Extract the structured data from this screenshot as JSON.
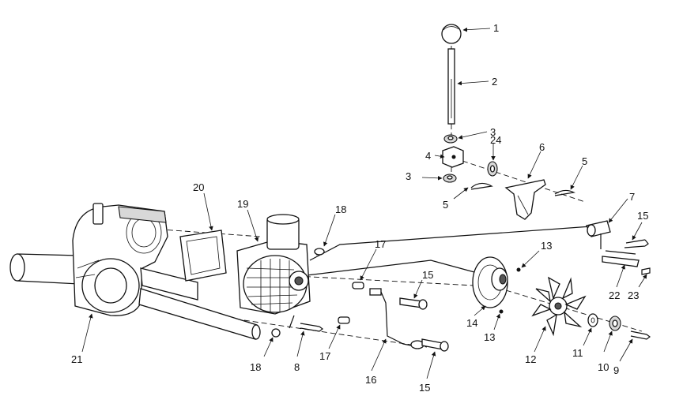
{
  "callouts": [
    {
      "id": "c1",
      "text": "1"
    },
    {
      "id": "c2",
      "text": "2"
    },
    {
      "id": "c3a",
      "text": "3"
    },
    {
      "id": "c3b",
      "text": "3"
    },
    {
      "id": "c4",
      "text": "4"
    },
    {
      "id": "c24",
      "text": "24"
    },
    {
      "id": "c6",
      "text": "6"
    },
    {
      "id": "c5a",
      "text": "5"
    },
    {
      "id": "c5b",
      "text": "5"
    },
    {
      "id": "c7",
      "text": "7"
    },
    {
      "id": "c15a",
      "text": "15"
    },
    {
      "id": "c20",
      "text": "20"
    },
    {
      "id": "c19",
      "text": "19"
    },
    {
      "id": "c18a",
      "text": "18"
    },
    {
      "id": "c17a",
      "text": "17"
    },
    {
      "id": "c13a",
      "text": "13"
    },
    {
      "id": "c22",
      "text": "22"
    },
    {
      "id": "c23",
      "text": "23"
    },
    {
      "id": "c15b",
      "text": "15"
    },
    {
      "id": "c14",
      "text": "14"
    },
    {
      "id": "c13b",
      "text": "13"
    },
    {
      "id": "c11",
      "text": "11"
    },
    {
      "id": "c12",
      "text": "12"
    },
    {
      "id": "c10",
      "text": "10"
    },
    {
      "id": "c9",
      "text": "9"
    },
    {
      "id": "c21",
      "text": "21"
    },
    {
      "id": "c18b",
      "text": "18"
    },
    {
      "id": "c8",
      "text": "8"
    },
    {
      "id": "c17b",
      "text": "17"
    },
    {
      "id": "c16",
      "text": "16"
    },
    {
      "id": "c15c",
      "text": "15"
    }
  ]
}
